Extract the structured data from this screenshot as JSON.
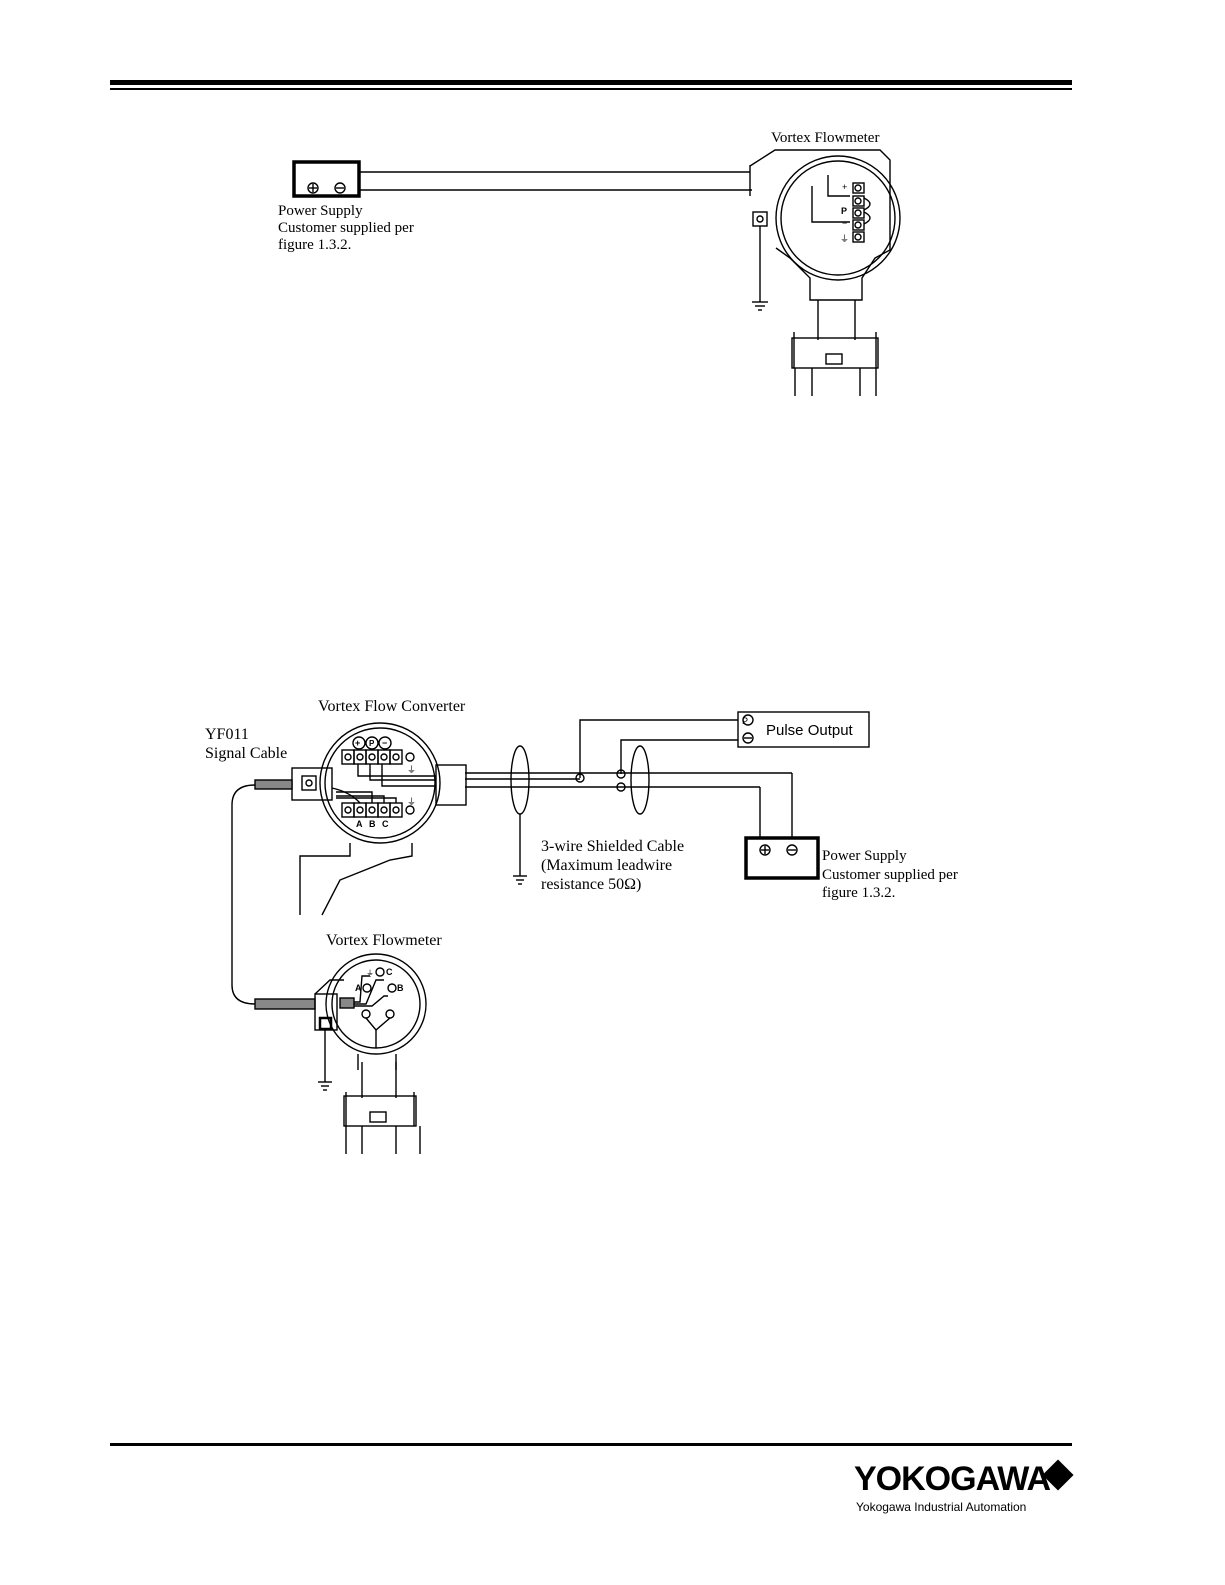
{
  "diagram1": {
    "flowmeter_label": "Vortex Flowmeter",
    "power_supply_lines": [
      "Power Supply",
      "Customer supplied per",
      "figure 1.3.2."
    ],
    "terminal_p": "P"
  },
  "diagram2": {
    "converter_label": "Vortex Flow Converter",
    "signal_cable_lines": [
      "YF011",
      "Signal Cable"
    ],
    "pulse_output_label": "Pulse Output",
    "pulse_terminal": "P",
    "shielded_cable_lines": [
      "3-wire Shielded Cable",
      "(Maximum leadwire",
      "resistance 50Ω)"
    ],
    "power_supply_lines": [
      "Power Supply",
      "Customer supplied per",
      "figure 1.3.2."
    ],
    "flowmeter_label": "Vortex Flowmeter",
    "converter_top_p": "P",
    "converter_bottom_labels": [
      "A",
      "B",
      "C"
    ],
    "flowmeter_labels": [
      "A",
      "C",
      "B"
    ]
  },
  "footer": {
    "brand": "YOKOGAWA",
    "tagline": "Yokogawa Industrial Automation"
  }
}
